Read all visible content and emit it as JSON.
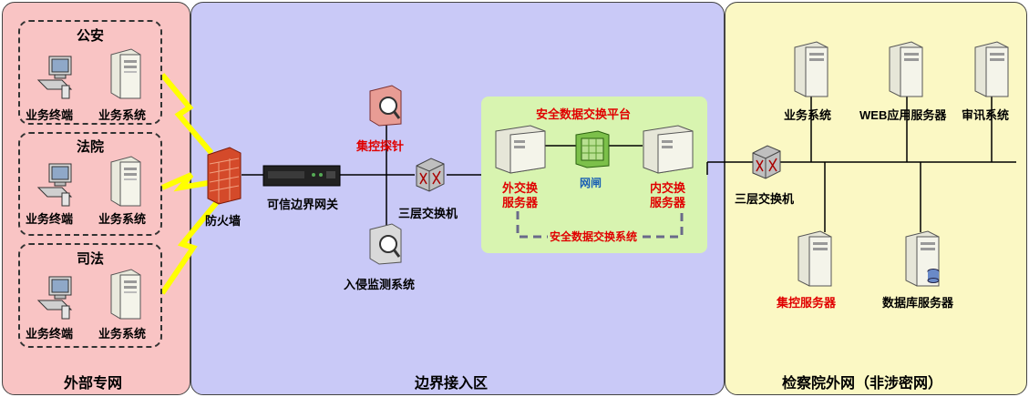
{
  "zones": {
    "external": {
      "title": "外部专网",
      "color": "#f9c4c4"
    },
    "boundary": {
      "title": "边界接入区",
      "color": "#c9c9f7"
    },
    "internal": {
      "title": "检察院外网（非涉密网）",
      "color": "#fbf8c4"
    }
  },
  "groups": [
    {
      "title": "公安",
      "terminal": "业务终端",
      "system": "业务系统"
    },
    {
      "title": "法院",
      "terminal": "业务终端",
      "system": "业务系统"
    },
    {
      "title": "司法",
      "terminal": "业务终端",
      "system": "业务系统"
    }
  ],
  "boundary": {
    "firewall": "防火墙",
    "gateway": "可信边界网关",
    "probe": "集控探针",
    "ids": "入侵监测系统",
    "switch": "三层交换机",
    "platform": {
      "title": "安全数据交换平台",
      "outer_server": "外交换服务器",
      "gap": "网闸",
      "inner_server": "内交换服务器",
      "system": "安全数据交换系统",
      "color": "#d8f4b0"
    }
  },
  "internal": {
    "switch": "三层交换机",
    "business": "业务系统",
    "web": "WEB应用服务器",
    "audit": "审讯系统",
    "control": "集控服务器",
    "database": "数据库服务器"
  }
}
